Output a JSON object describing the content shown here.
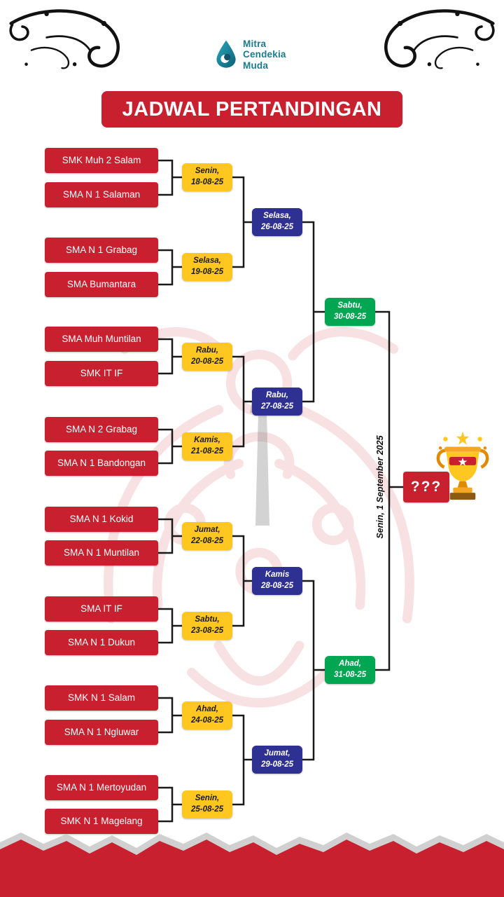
{
  "header": {
    "logo": {
      "lines": [
        "Mitra",
        "Cendekia",
        "Muda"
      ]
    },
    "title": "JADWAL PERTANDINGAN"
  },
  "bracket": {
    "round1": [
      {
        "team_top": "SMK Muh 2 Salam",
        "team_bottom": "SMA N 1 Salaman",
        "day": "Senin,",
        "date": "18-08-25"
      },
      {
        "team_top": "SMA N 1 Grabag",
        "team_bottom": "SMA Bumantara",
        "day": "Selasa,",
        "date": "19-08-25"
      },
      {
        "team_top": "SMA Muh Muntilan",
        "team_bottom": "SMK IT IF",
        "day": "Rabu,",
        "date": "20-08-25"
      },
      {
        "team_top": "SMA N 2 Grabag",
        "team_bottom": "SMA N 1 Bandongan",
        "day": "Kamis,",
        "date": "21-08-25"
      },
      {
        "team_top": "SMA N 1 Kokid",
        "team_bottom": "SMA N 1 Muntilan",
        "day": "Jumat,",
        "date": "22-08-25"
      },
      {
        "team_top": "SMA IT IF",
        "team_bottom": "SMA N 1 Dukun",
        "day": "Sabtu,",
        "date": "23-08-25"
      },
      {
        "team_top": "SMK N 1 Salam",
        "team_bottom": "SMA N 1 Ngluwar",
        "day": "Ahad,",
        "date": "24-08-25"
      },
      {
        "team_top": "SMA N 1 Mertoyudan",
        "team_bottom": "SMK N 1 Magelang",
        "day": "Senin,",
        "date": "25-08-25"
      }
    ],
    "round2": [
      {
        "day": "Selasa,",
        "date": "26-08-25"
      },
      {
        "day": "Rabu,",
        "date": "27-08-25"
      },
      {
        "day": "Kamis",
        "date": "28-08-25"
      },
      {
        "day": "Jumat,",
        "date": "29-08-25"
      }
    ],
    "semifinal": [
      {
        "day": "Sabtu,",
        "date": "30-08-25"
      },
      {
        "day": "Ahad,",
        "date": "31-08-25"
      }
    ],
    "final": {
      "schedule": "Senin, 1 September 2025",
      "winner": "???"
    }
  },
  "icons": {
    "logo": "water-drop-logo",
    "trophy": "trophy-icon",
    "flourish_left": "corner-flourish-left",
    "flourish_right": "corner-flourish-right"
  },
  "colors": {
    "team_red": "#C8202F",
    "match_yellow": "#FFC71F",
    "round2_blue": "#2F3192",
    "semifinal_green": "#00A651",
    "banner_red": "#C8202F",
    "line_black": "#1A1A1A",
    "logo_teal": "#1B7A8C"
  }
}
